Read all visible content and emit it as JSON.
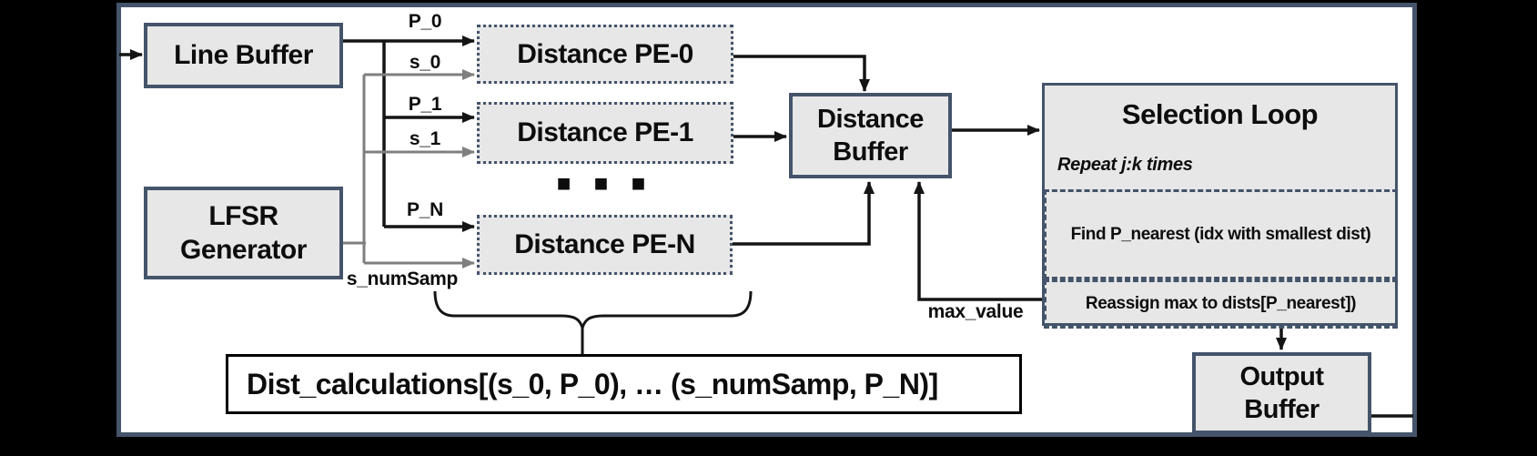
{
  "diagram": {
    "colors": {
      "canvas_bg": "#000000",
      "panel_bg": "#ffffff",
      "box_fill": "#e8e7e7",
      "box_border": "#44546a",
      "arrow_black": "#141414",
      "arrow_gray": "#7f7f7f",
      "text": "#0d0d0d"
    },
    "blocks": {
      "line_buffer": "Line Buffer",
      "lfsr_line1": "LFSR",
      "lfsr_line2": "Generator",
      "pe0": "Distance PE-0",
      "pe1": "Distance PE-1",
      "pen": "Distance PE-N",
      "ellipsis": "■ ■ ■",
      "distance_buffer_line1": "Distance",
      "distance_buffer_line2": "Buffer",
      "selection_title": "Selection Loop",
      "selection_repeat": "Repeat j:k times",
      "selection_step1": "Find P_nearest (idx with smallest dist)",
      "selection_step2": "Reassign max to dists[P_nearest])",
      "output_buffer_line1": "Output",
      "output_buffer_line2": "Buffer",
      "dist_calc": "Dist_calculations[(s_0, P_0), … (s_numSamp, P_N)]"
    },
    "signals": {
      "p_0": "P_0",
      "s_0": "s_0",
      "p_1": "P_1",
      "s_1": "s_1",
      "p_n": "P_N",
      "s_numsamp": "s_numSamp",
      "max_value": "max_value"
    }
  }
}
